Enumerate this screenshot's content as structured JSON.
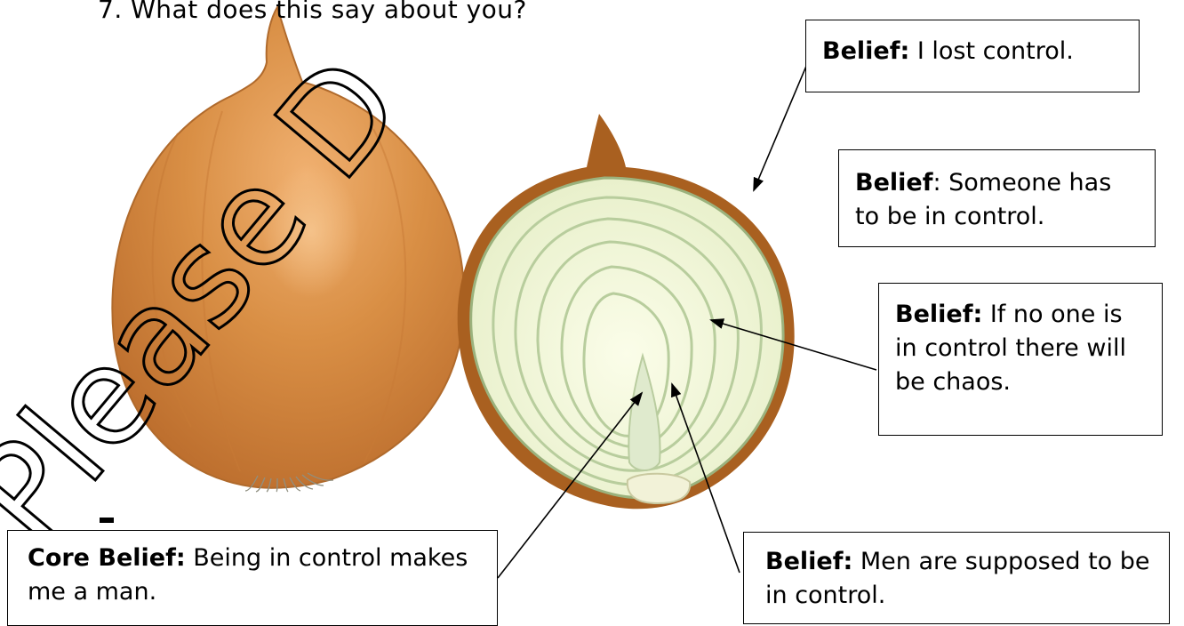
{
  "question": "7. What does this say about you?",
  "watermark": "Please D",
  "beliefs": {
    "b1": {
      "label": "Belief:",
      "text": " I lost control."
    },
    "b2": {
      "label": "Belief",
      "text": ": Someone has to be in control."
    },
    "b3": {
      "label": "Belief:",
      "text": " If no one is in control there will be chaos."
    },
    "b4": {
      "label": "Belief:",
      "text": " Men are supposed to be in control."
    },
    "core": {
      "label": "Core Belief:",
      "text": " Being in control makes me a man."
    }
  },
  "colors": {
    "onion_skin": "#d2883a",
    "onion_flesh": "#f3f7de",
    "ring": "#b6cc9a",
    "watermark": "#000000"
  }
}
